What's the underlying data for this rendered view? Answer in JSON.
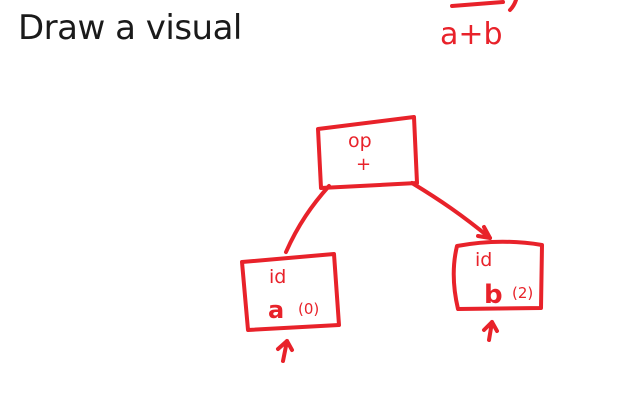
{
  "slide": {
    "title": "Draw a visual"
  },
  "annotation": {
    "expression": "a+b"
  },
  "tree": {
    "root": {
      "type_label": "op",
      "value_label": "+"
    },
    "left": {
      "type_label": "id",
      "value_label": "a",
      "index_label": "(0)"
    },
    "right": {
      "type_label": "id",
      "value_label": "b",
      "index_label": "(2)"
    }
  },
  "colors": {
    "ink": "#e8222a",
    "title": "#1a1a1a",
    "background": "#ffffff"
  }
}
